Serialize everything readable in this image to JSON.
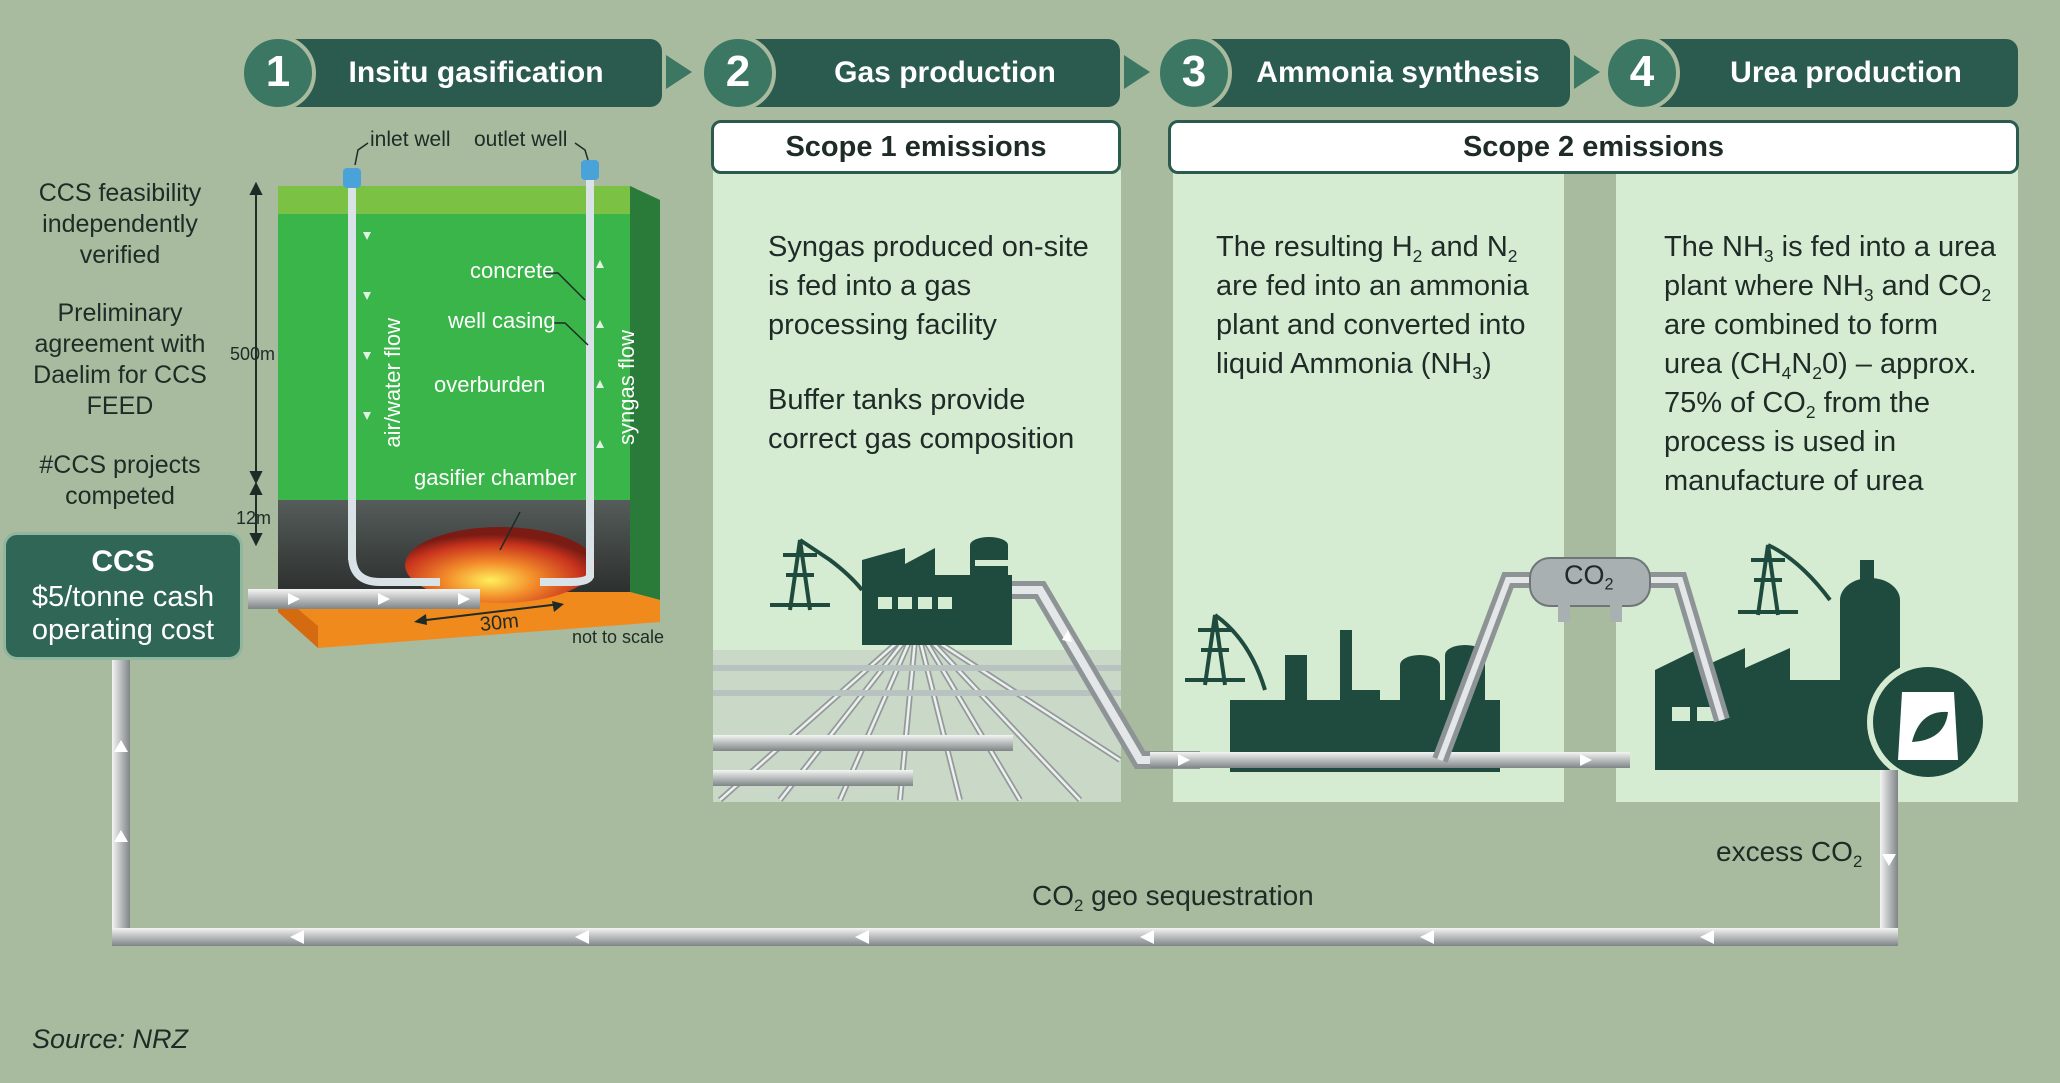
{
  "steps": [
    {
      "number": "1",
      "title": "Insitu gasification"
    },
    {
      "number": "2",
      "title": "Gas production"
    },
    {
      "number": "3",
      "title": "Ammonia synthesis"
    },
    {
      "number": "4",
      "title": "Urea production"
    }
  ],
  "scopes": {
    "scope1": "Scope 1 emissions",
    "scope2": "Scope 2 emissions"
  },
  "left_notes": {
    "note1": "CCS feasibility independently verified",
    "note2": "Preliminary agreement with Daelim for CCS FEED",
    "note3": "#CCS projects competed"
  },
  "ccs_box": {
    "title": "CCS",
    "line1": "$5/tonne cash",
    "line2": "operating cost"
  },
  "gasifier_diagram": {
    "inlet_well": "inlet well",
    "outlet_well": "outlet well",
    "concrete": "concrete",
    "well_casing": "well casing",
    "overburden": "overburden",
    "gasifier_chamber": "gasifier chamber",
    "air_water_flow": "air/water flow",
    "syngas_flow": "syngas flow",
    "depth_500": "500m",
    "depth_12": "12m",
    "width_30": "30m",
    "not_to_scale": "not to scale"
  },
  "panel2": {
    "para1": "Syngas produced on-site is fed into a gas processing facility",
    "para2": "Buffer tanks provide correct gas composition"
  },
  "panel3": {
    "text_a": "The resulting H",
    "sub_a": "2",
    "text_b": " and N",
    "sub_b": "2",
    "text_c": " are fed into an ammonia plant and converted into liquid Ammonia (NH",
    "sub_c": "3",
    "text_d": ")"
  },
  "panel4": {
    "text_a": "The NH",
    "sub_a": "3",
    "text_b": " is fed into a urea plant where NH",
    "sub_b": "3",
    "text_c": " and CO",
    "sub_c": "2",
    "text_d": " are combined to form urea (CH",
    "sub_d": "4",
    "text_e": "N",
    "sub_e": "2",
    "text_f": "0) – approx. 75% of CO",
    "sub_f": "2",
    "text_g": " from the process is used in manufacture of urea"
  },
  "co2_tank": {
    "text": "CO",
    "sub": "2"
  },
  "excess_co2": {
    "text": "excess CO",
    "sub": "2"
  },
  "geo_seq": {
    "text_a": "CO",
    "sub": "2",
    "text_b": " geo sequestration"
  },
  "source": "Source: NRZ",
  "colors": {
    "background": "#a9bb9e",
    "header": "#2b5b4e",
    "circle": "#3b7763",
    "panel": "#d5ebd2",
    "factory": "#1f4a3e"
  }
}
